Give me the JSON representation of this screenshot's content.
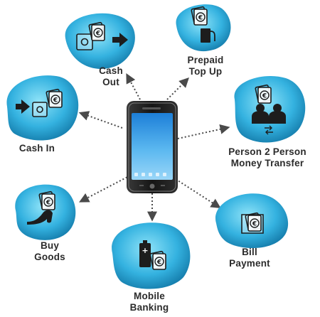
{
  "diagram": {
    "center": "mobile-phone",
    "nodes": [
      {
        "id": "cash-out",
        "lines": [
          "Cash",
          "Out"
        ],
        "icon": "atm-euro-arrow-out-icon"
      },
      {
        "id": "prepaid-top-up",
        "lines": [
          "Prepaid",
          "Top Up"
        ],
        "icon": "fuel-pump-euro-icon"
      },
      {
        "id": "cash-in",
        "lines": [
          "Cash In"
        ],
        "icon": "arrow-in-atm-euro-icon"
      },
      {
        "id": "person-2-person",
        "lines": [
          "Person 2 Person",
          "Money Transfer"
        ],
        "icon": "two-people-exchange-icon"
      },
      {
        "id": "buy-goods",
        "lines": [
          "Buy",
          "Goods"
        ],
        "icon": "high-heel-shoe-euro-icon"
      },
      {
        "id": "bill-payment",
        "lines": [
          "Bill",
          "Payment"
        ],
        "icon": "wallet-euro-icon"
      },
      {
        "id": "mobile-banking",
        "lines": [
          "Mobile",
          "Banking"
        ],
        "icon": "battery-euro-icon"
      }
    ],
    "colors": {
      "blob_dark": "#0f7fb0",
      "blob_light": "#6ad4f2",
      "arrow": "#4a4a4a",
      "label": "#2b2b2b",
      "icon": "#1d1d1d"
    }
  }
}
